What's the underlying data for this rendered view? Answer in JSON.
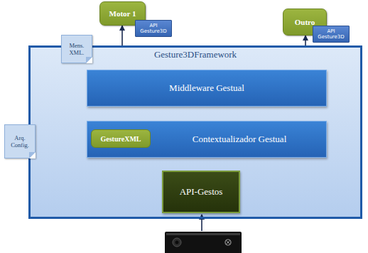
{
  "diagram": {
    "nodes": [
      {
        "text": [
          "Motor 1"
        ]
      },
      {
        "text": [
          "API Gesture3D"
        ]
      },
      {
        "text": [
          "Outro"
        ]
      },
      {
        "text": [
          "API Gesture3D"
        ]
      },
      {
        "text": [
          "Mens. XML."
        ]
      },
      {
        "text": [
          "Gesture3DFramework"
        ]
      },
      {
        "text": [
          "Middleware Gestual"
        ],
        "in": 5
      },
      {
        "text": [
          "Contextualizador Gestual"
        ],
        "in": 5
      },
      {
        "text": [
          "GestureXML"
        ],
        "in": 7
      },
      {
        "text": [
          "API-Gestos"
        ],
        "in": 5
      },
      {
        "text": [
          "Arq. Config."
        ]
      }
    ],
    "edges": [
      {
        "from": 9,
        "to": 7,
        "arrow": "to"
      },
      {
        "from": 7,
        "to": 6,
        "arrow": "to"
      },
      {
        "from": 7,
        "to": 6,
        "arrow": "to"
      },
      {
        "from": 6,
        "to": 0,
        "arrow": "to"
      },
      {
        "from": 6,
        "to": 2,
        "arrow": "to"
      },
      {
        "from": 8,
        "to": 10,
        "arrow": "to"
      },
      {
        "from": 10,
        "to": 8,
        "arrow": "to"
      }
    ]
  }
}
